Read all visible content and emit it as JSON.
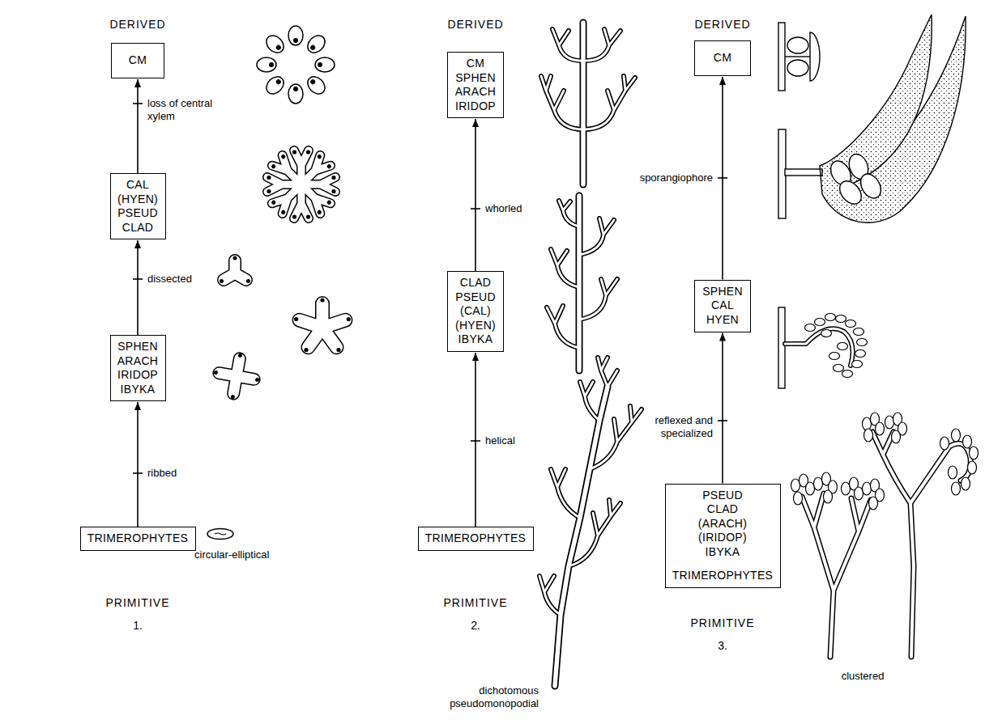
{
  "diagram": {
    "nodes": [
      {
        "text": [
          "CM"
        ]
      },
      {
        "text": [
          "CAL (HYEN) PSEUD CLAD"
        ]
      },
      {
        "text": [
          "SPHEN ARACH IRIDOP IBYKA"
        ]
      },
      {
        "text": [
          "TRIMEROPHYTES"
        ]
      },
      {
        "text": [
          "CM SPHEN ARACH IRIDOP"
        ]
      },
      {
        "text": [
          "CLAD PSEUD (CAL) (HYEN) IBYKA"
        ]
      },
      {
        "text": [
          "TRIMEROPHYTES"
        ]
      },
      {
        "text": [
          "CM"
        ]
      },
      {
        "text": [
          "SPHEN CAL HYEN"
        ]
      },
      {
        "text": [
          "PSEUD CLAD (ARACH) (IRIDOP) IBYKA",
          "TRIMEROPHYTES"
        ]
      }
    ],
    "edges": [
      {
        "from": 3,
        "to": 2,
        "arrow": "to",
        "label": "ribbed"
      },
      {
        "from": 2,
        "to": 1,
        "arrow": "to",
        "label": "dissected"
      },
      {
        "from": 1,
        "to": 0,
        "arrow": "to",
        "label": "loss of central xylem"
      },
      {
        "from": 6,
        "to": 5,
        "arrow": "to",
        "label": "helical"
      },
      {
        "from": 5,
        "to": 4,
        "arrow": "to",
        "label": "whorled"
      },
      {
        "from": 9,
        "to": 8,
        "arrow": "to",
        "label": "reflexed and specialized"
      },
      {
        "from": 8,
        "to": 7,
        "arrow": "to",
        "label": "sporangiophore"
      }
    ],
    "labels": [
      "DERIVED",
      "DERIVED",
      "DERIVED",
      "circular-elliptical",
      "PRIMITIVE",
      "1.",
      "PRIMITIVE",
      "2.",
      "dichotomous pseudomonopodial",
      "PRIMITIVE",
      "3.",
      "clustered"
    ]
  }
}
